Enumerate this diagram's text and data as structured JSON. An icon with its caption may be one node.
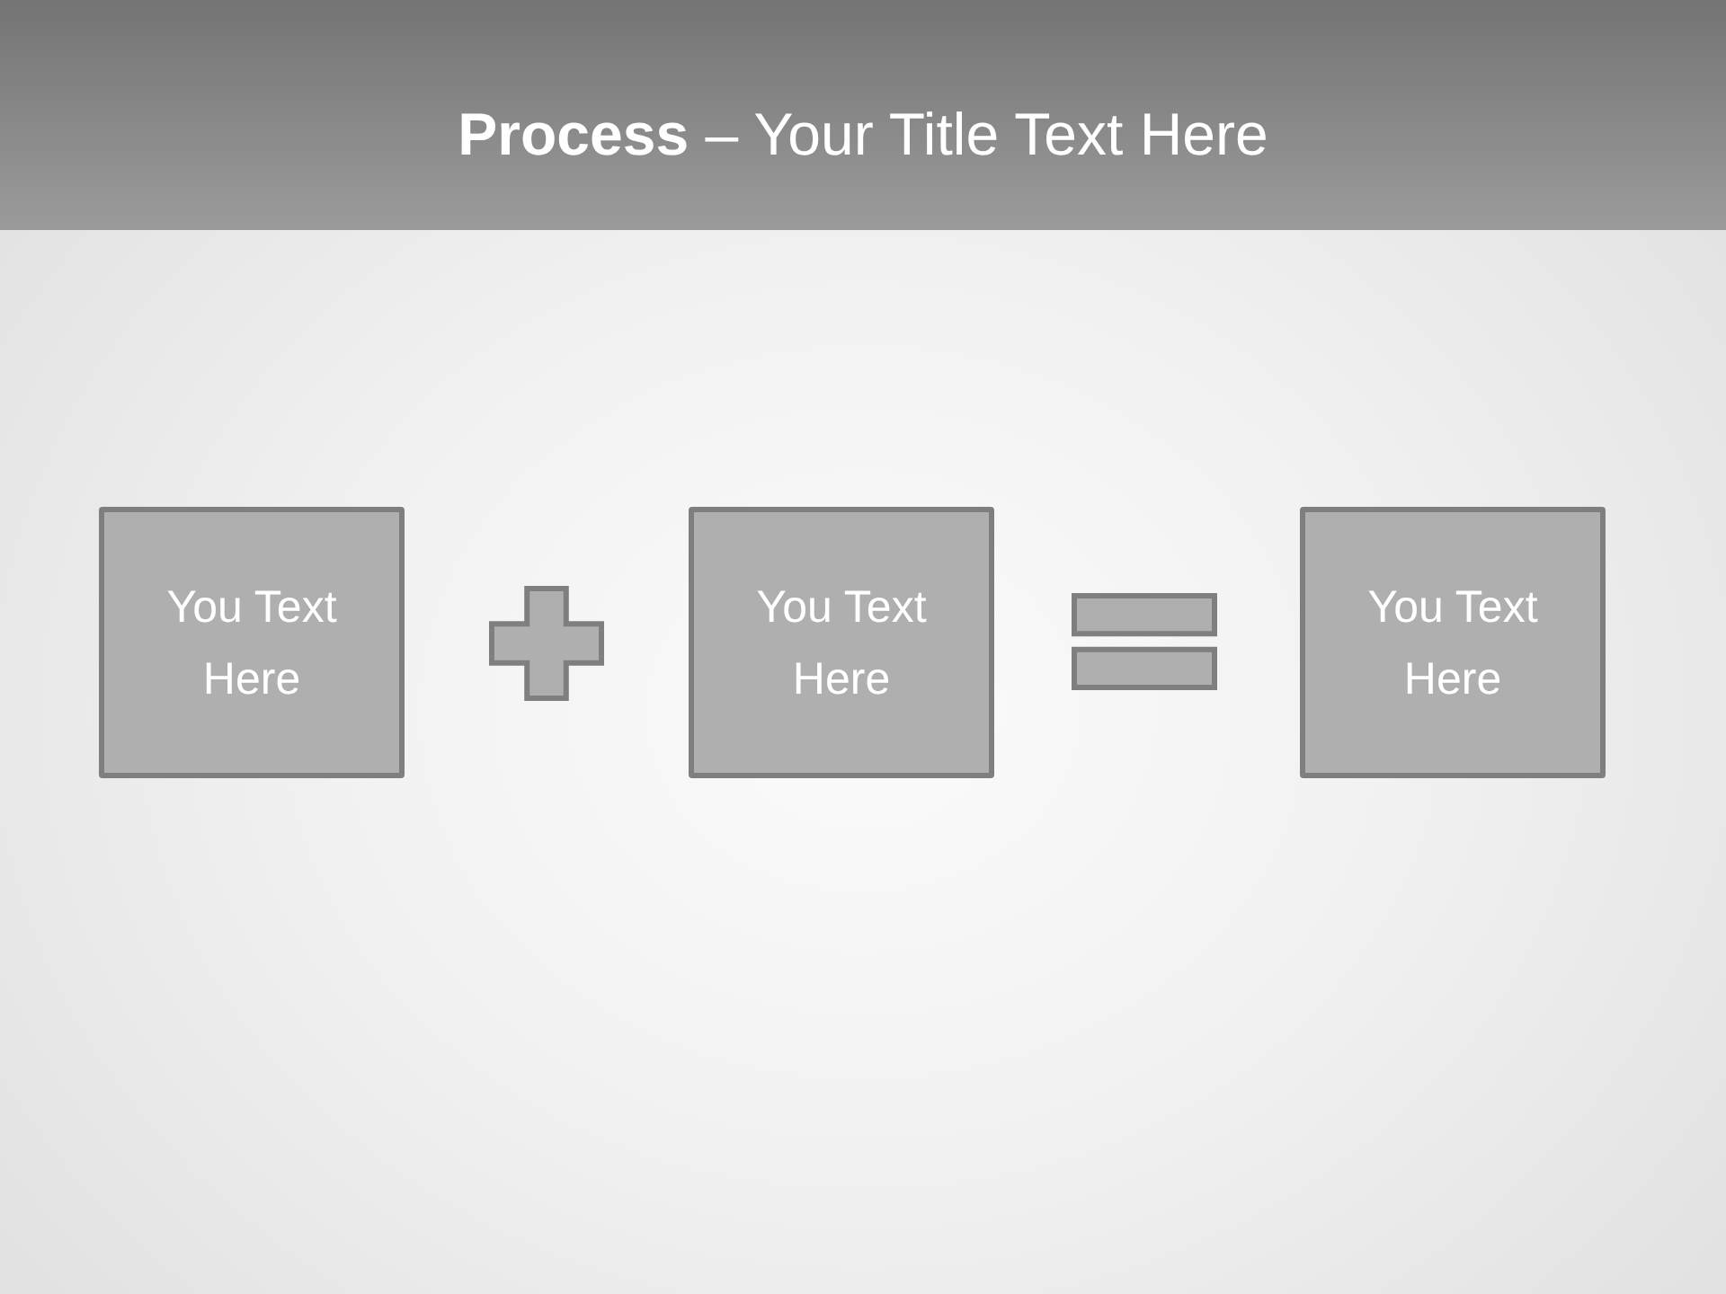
{
  "diagram": {
    "title": "**Process** – Your Title Text Here",
    "nodes": [
      {
        "text": [
          "You Text Here"
        ]
      },
      {
        "text": [],
        "shape": "plus"
      },
      {
        "text": [
          "You Text Here"
        ]
      },
      {
        "text": [],
        "shape": "equals"
      },
      {
        "text": [
          "You Text Here"
        ]
      }
    ]
  }
}
